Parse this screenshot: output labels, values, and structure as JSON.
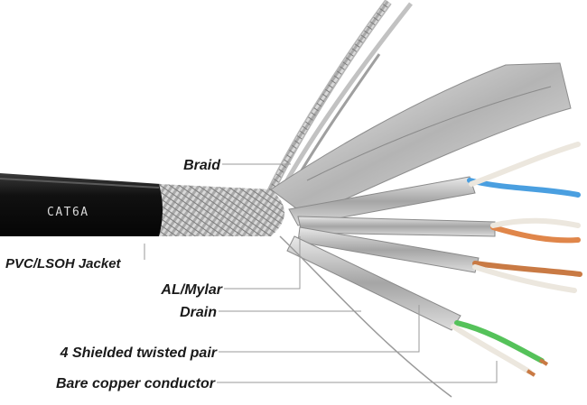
{
  "jacket_print": "CAT6A",
  "labels": {
    "braid": "Braid",
    "jacket": "PVC/LSOH Jacket",
    "mylar": "AL/Mylar",
    "drain": "Drain",
    "pairs": "4 Shielded twisted pair",
    "conductor": "Bare copper conductor"
  },
  "colors": {
    "jacket": "#141414",
    "braid": "#b9b9b9",
    "foil": "#cfcfcf",
    "blue": "#4a9fe0",
    "orange": "#e0864a",
    "green": "#55c25a",
    "white": "#ece7de",
    "copper": "#c97a44"
  }
}
